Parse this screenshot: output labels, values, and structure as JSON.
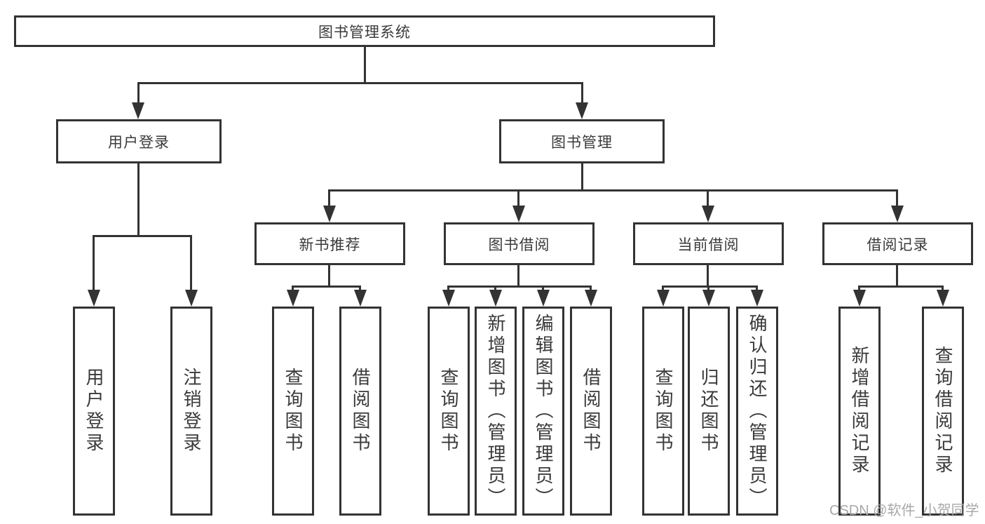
{
  "diagram": {
    "type": "hierarchy-tree",
    "root": {
      "label": "图书管理系统",
      "children": [
        {
          "label": "用户登录",
          "children": [
            {
              "label": "用户登录"
            },
            {
              "label": "注销登录"
            }
          ]
        },
        {
          "label": "图书管理",
          "children": [
            {
              "label": "新书推荐",
              "children": [
                {
                  "label": "查询图书"
                },
                {
                  "label": "借阅图书"
                }
              ]
            },
            {
              "label": "图书借阅",
              "children": [
                {
                  "label": "查询图书"
                },
                {
                  "label": "新增图书（管理员）"
                },
                {
                  "label": "编辑图书（管理员）"
                },
                {
                  "label": "借阅图书"
                }
              ]
            },
            {
              "label": "当前借阅",
              "children": [
                {
                  "label": "查询图书"
                },
                {
                  "label": "归还图书"
                },
                {
                  "label": "确认归还（管理员）"
                }
              ]
            },
            {
              "label": "借阅记录",
              "children": [
                {
                  "label": "新增借阅记录"
                },
                {
                  "label": "查询借阅记录"
                }
              ]
            }
          ]
        }
      ]
    },
    "colors": {
      "line": "#333333",
      "text": "#3a3a3a",
      "background": "#ffffff",
      "watermark": "#a8a8a8"
    }
  },
  "watermark": "CSDN @软件_小贺同学"
}
